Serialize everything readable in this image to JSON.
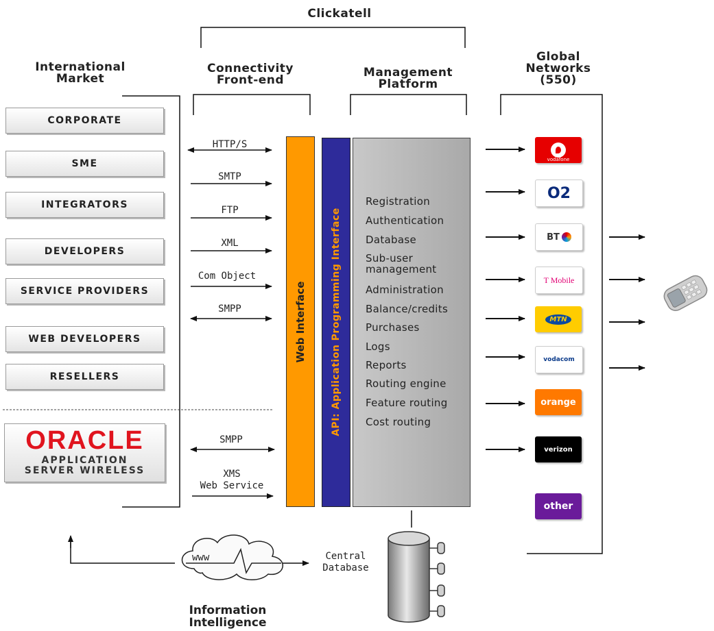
{
  "top_title": "Clickatell",
  "columns": {
    "market": "International\nMarket",
    "frontend": "Connectivity\nFront-end",
    "platform": "Management\nPlatform",
    "networks": "Global\nNetworks\n(550)"
  },
  "market_items": [
    "CORPORATE",
    "SME",
    "INTEGRATORS",
    "DEVELOPERS",
    "SERVICE PROVIDERS",
    "WEB DEVELOPERS",
    "RESELLERS"
  ],
  "oracle": {
    "logo": "ORACLE",
    "line1": "APPLICATION",
    "line2": "SERVER WIRELESS"
  },
  "protocols": [
    "HTTP/S",
    "SMTP",
    "FTP",
    "XML",
    "Com Object",
    "SMPP"
  ],
  "oracle_protocols": [
    "SMPP",
    "XMS\nWeb Service"
  ],
  "web_interface": "Web Interface",
  "api": "API: Application Programming Interface",
  "platform_features": [
    "Registration",
    "Authentication",
    "Database",
    "Sub-user\nmanagement",
    "Administration",
    "Balance/credits",
    "Purchases",
    "Logs",
    "Reports",
    "Routing engine",
    "Feature routing",
    "Cost routing"
  ],
  "networks": [
    {
      "name": "vodafone",
      "color": "#e60000"
    },
    {
      "name": "O2",
      "color": "#ffffff"
    },
    {
      "name": "BT",
      "color": "#ffffff"
    },
    {
      "name": "T Mobile",
      "color": "#ffffff"
    },
    {
      "name": "MTN",
      "color": "#ffcc00"
    },
    {
      "name": "vodacom",
      "color": "#ffffff"
    },
    {
      "name": "orange",
      "color": "#ff7900"
    },
    {
      "name": "verizon",
      "color": "#000000"
    },
    {
      "name": "other",
      "color": "#6a1b9a"
    }
  ],
  "www": "www",
  "central_db": "Central\nDatabase",
  "info_intel": "Information\nIntelligence"
}
